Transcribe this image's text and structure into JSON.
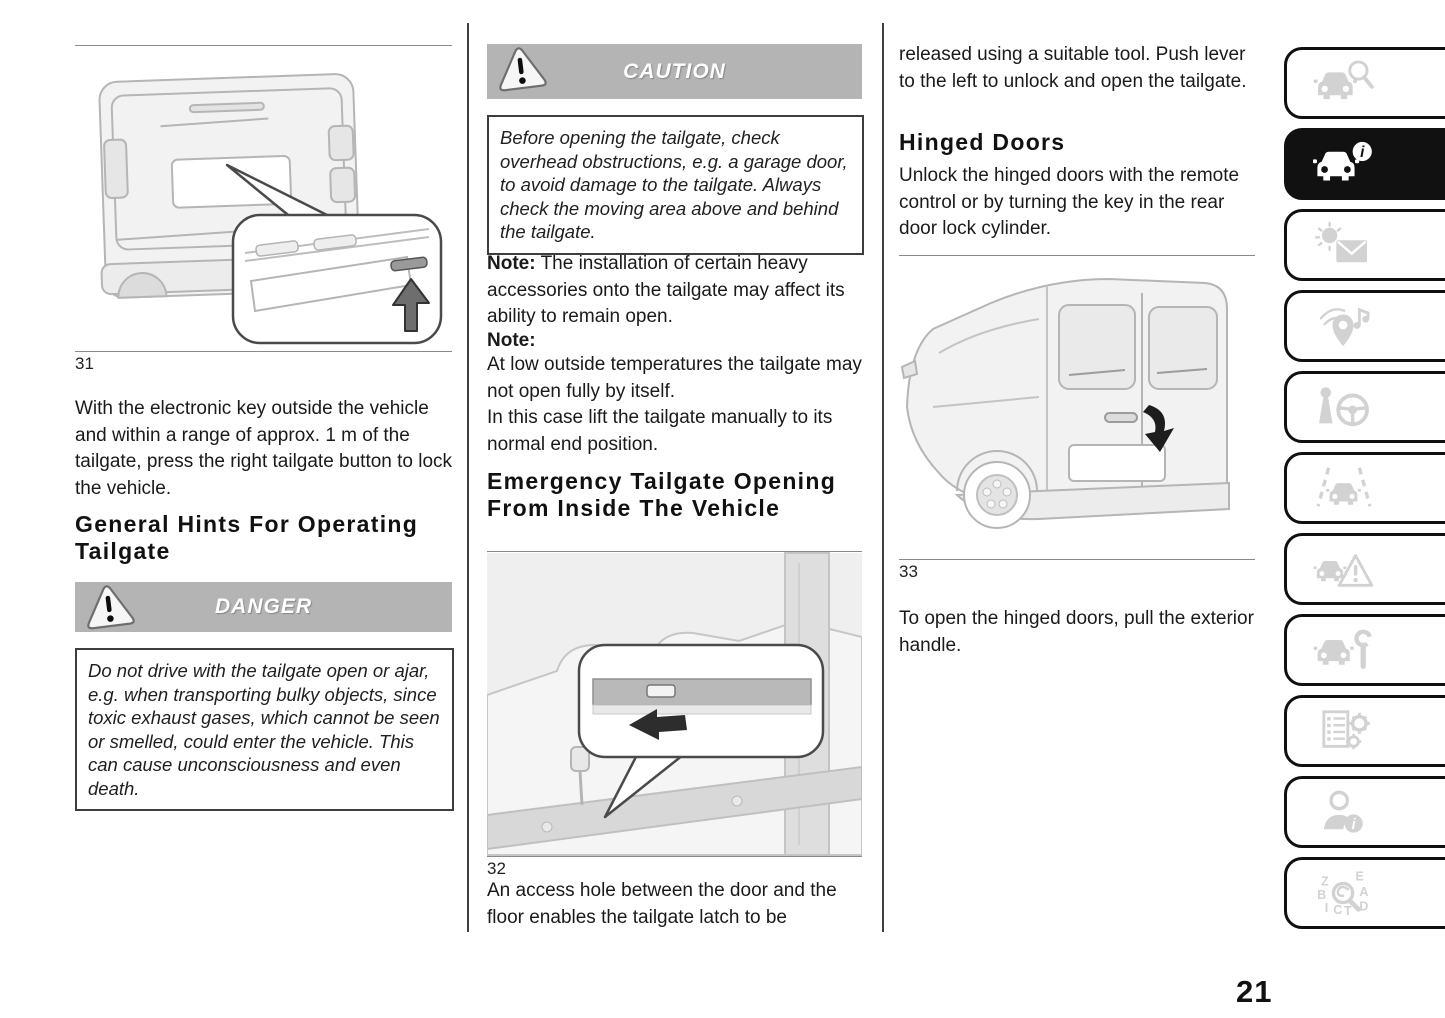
{
  "page": {
    "number": "21"
  },
  "columns": {
    "left": {
      "figure_label": "31",
      "para_key": "With the electronic key outside the vehicle and within a range of approx. 1 m of the tailgate, press the right tailgate button to lock the vehicle.",
      "heading": "General Hints For Operating Tailgate",
      "danger_title": "DANGER",
      "danger_text": "Do not drive with the tailgate open or ajar, e.g. when transporting bulky objects, since toxic exhaust gases, which cannot be seen or smelled, could enter the vehicle. This can cause unconsciousness and even death."
    },
    "middle": {
      "caution_title": "CAUTION",
      "caution_text": "Before opening the tailgate, check overhead obstructions, e.g. a garage door, to avoid damage to the tailgate. Always check the moving area above and behind the tailgate.",
      "note1_label": "Note:",
      "note1_text": "The installation of certain heavy accessories onto the tailgate may affect its ability to remain open.",
      "note2_label": "Note:",
      "note2_line1": "At low outside temperatures the tailgate may not open fully by itself.",
      "note2_line2": "In this case lift the tailgate manually to its normal end position.",
      "heading": "Emergency Tailgate Opening From Inside The Vehicle",
      "figure_label": "32",
      "para_after_figure": "An access hole between the door and the floor enables the tailgate latch to be"
    },
    "right": {
      "para_continued": "released using a suitable tool. Push lever to the left to unlock and open the tailgate.",
      "heading": "Hinged Doors",
      "para_unlock": "Unlock the hinged doors with the remote control or by turning the key in the rear door lock cylinder.",
      "figure_label": "33",
      "para_open": "To open the hinged doors, pull the exterior handle."
    }
  },
  "sidebar": {
    "active_tab_index": 1,
    "tabs": [
      {
        "icon": "car-magnifier-icon"
      },
      {
        "icon": "car-info-icon"
      },
      {
        "icon": "sun-envelope-icon"
      },
      {
        "icon": "location-music-icon"
      },
      {
        "icon": "gearshift-steering-icon"
      },
      {
        "icon": "car-lane-markings-icon"
      },
      {
        "icon": "car-warning-triangle-icon"
      },
      {
        "icon": "car-wrench-icon"
      },
      {
        "icon": "spec-list-gears-icon"
      },
      {
        "icon": "person-info-icon"
      },
      {
        "icon": "alphabet-search-icon"
      }
    ]
  },
  "colors": {
    "warning_bar_gray": "#b4b4b4",
    "text": "#1a1a1a",
    "active_tab_bg": "#111111",
    "inactive_icon_gray": "#d2d2d2",
    "hairline": "#8a8a8a",
    "box_border": "#3d3d3d"
  }
}
